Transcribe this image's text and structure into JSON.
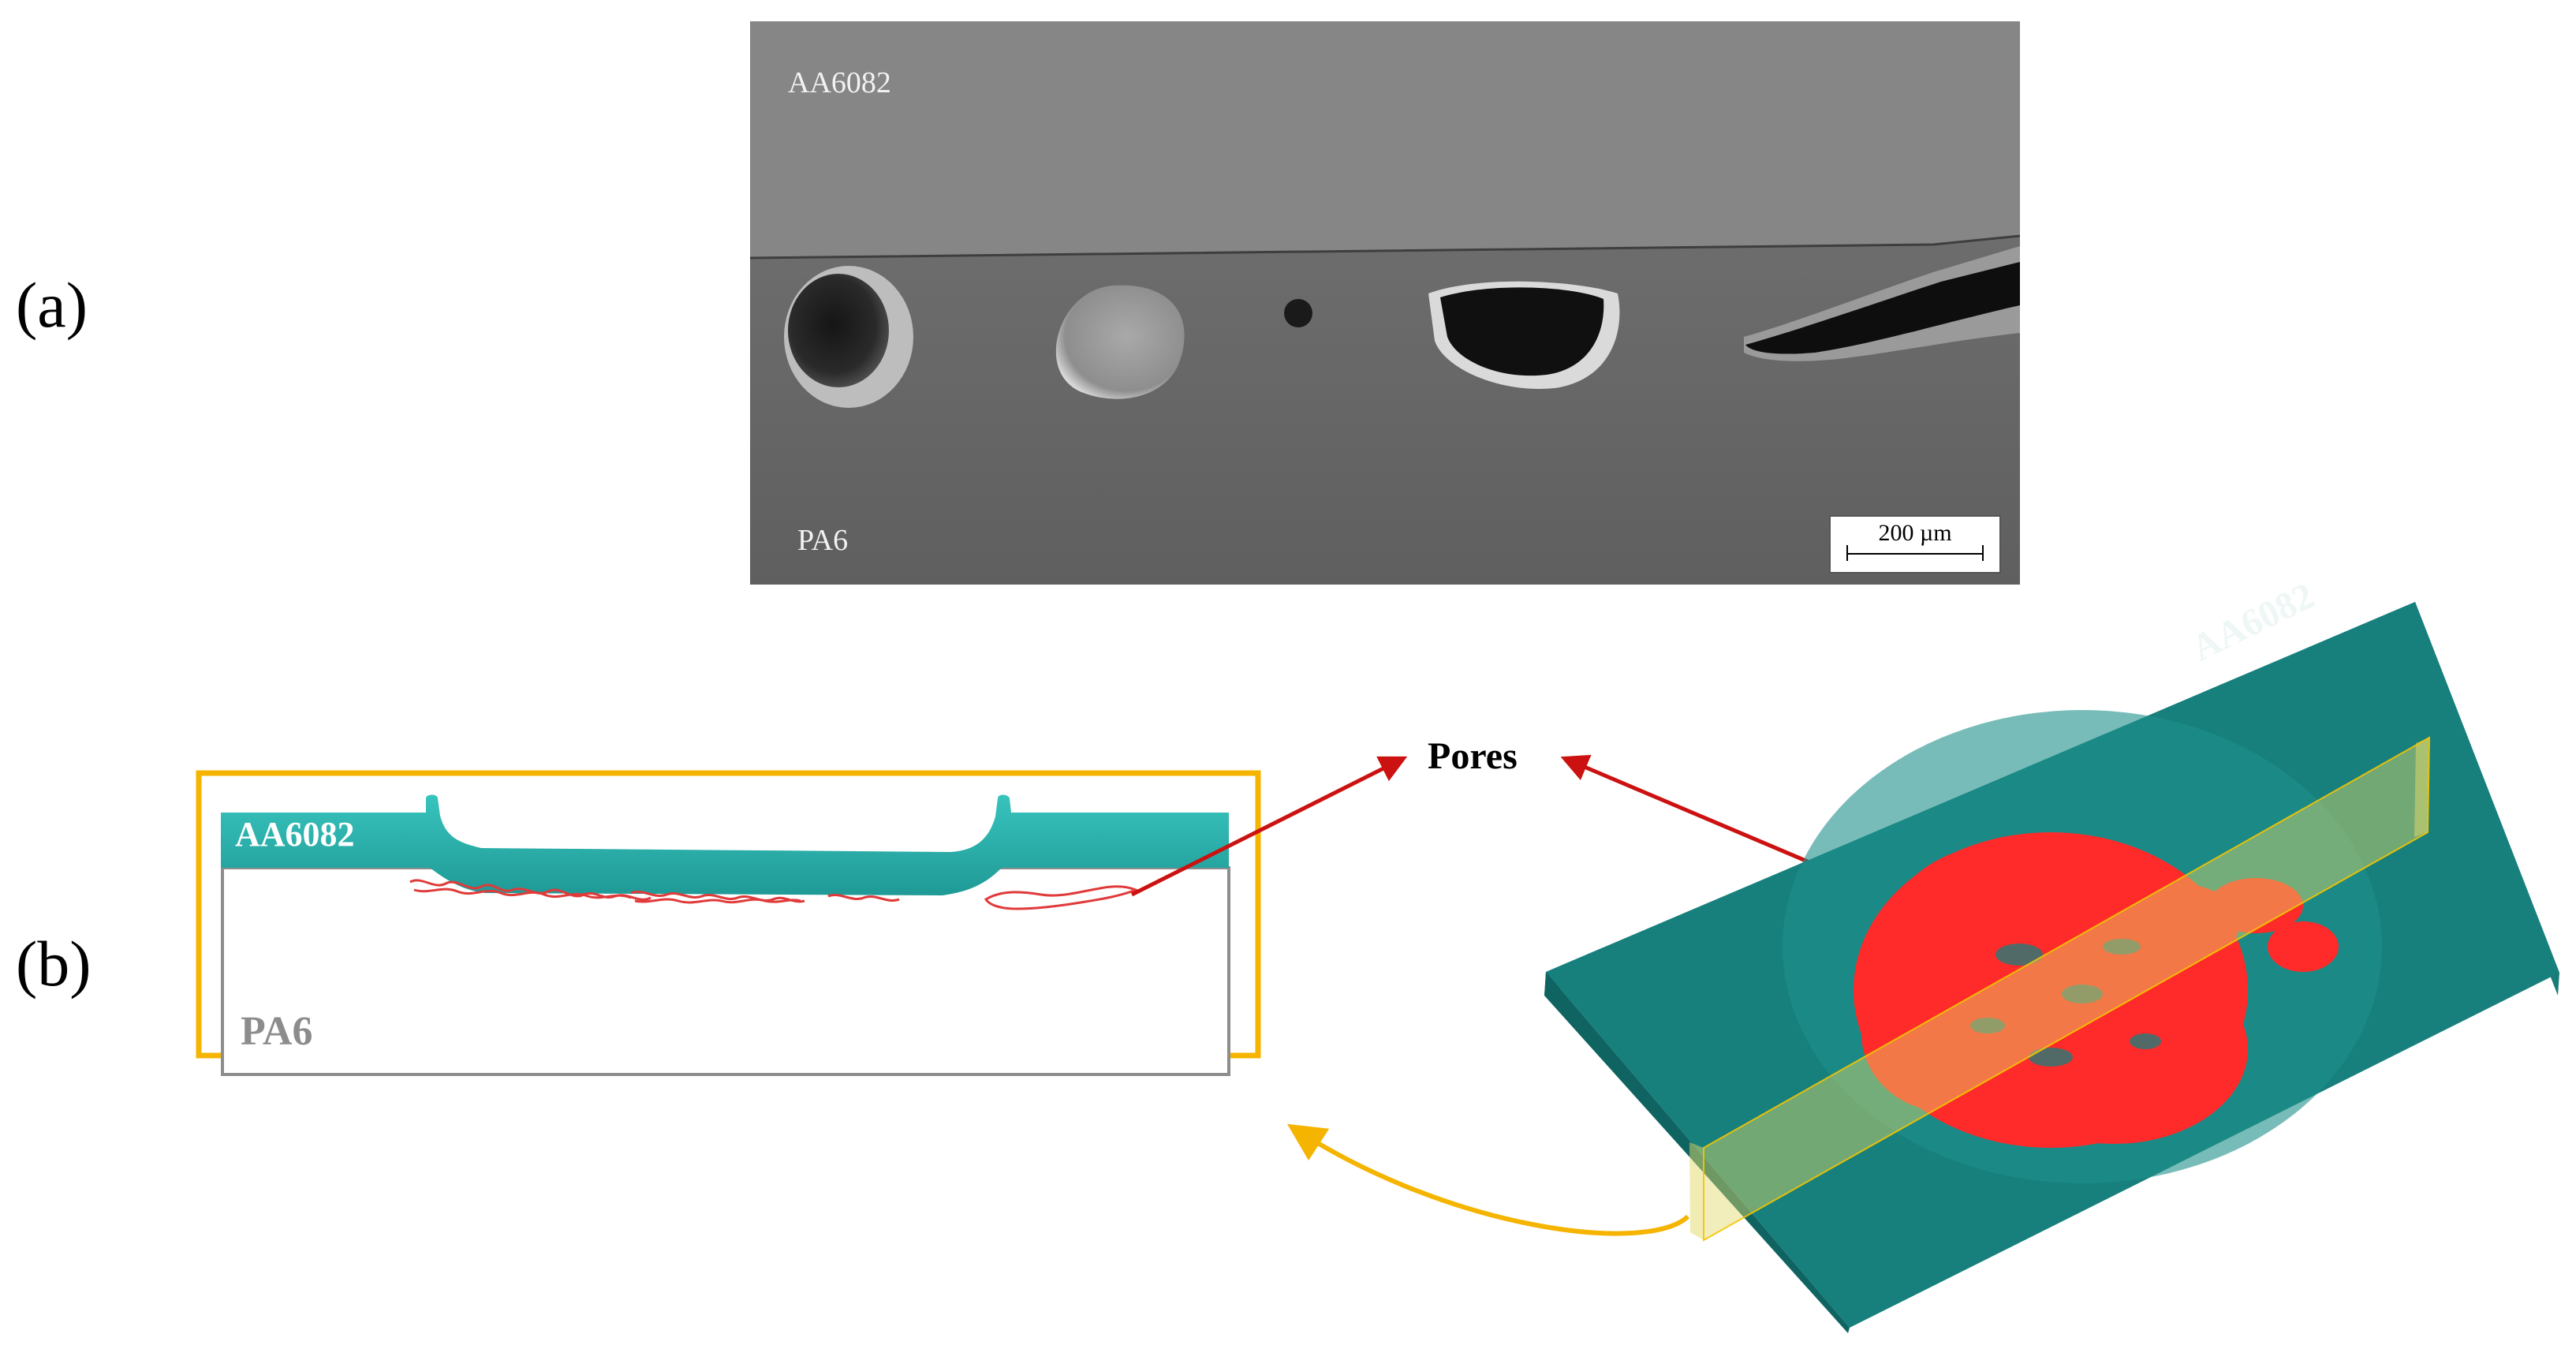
{
  "panels": {
    "a": {
      "label": "(a)",
      "top_material": "AA6082",
      "bottom_material": "PA6",
      "scale_bar": "200 µm"
    },
    "b": {
      "label": "(b)",
      "section_top_material": "AA6082",
      "section_bottom_material": "PA6",
      "pores_label": "Pores",
      "view3d_top_material": "AA6082"
    }
  },
  "colors": {
    "aluminium": "#2aaeaa",
    "plate_3d": "#17807d",
    "pores": "#e8252a",
    "highlight_frame": "#f5b400",
    "arrow": "#cc1111"
  }
}
